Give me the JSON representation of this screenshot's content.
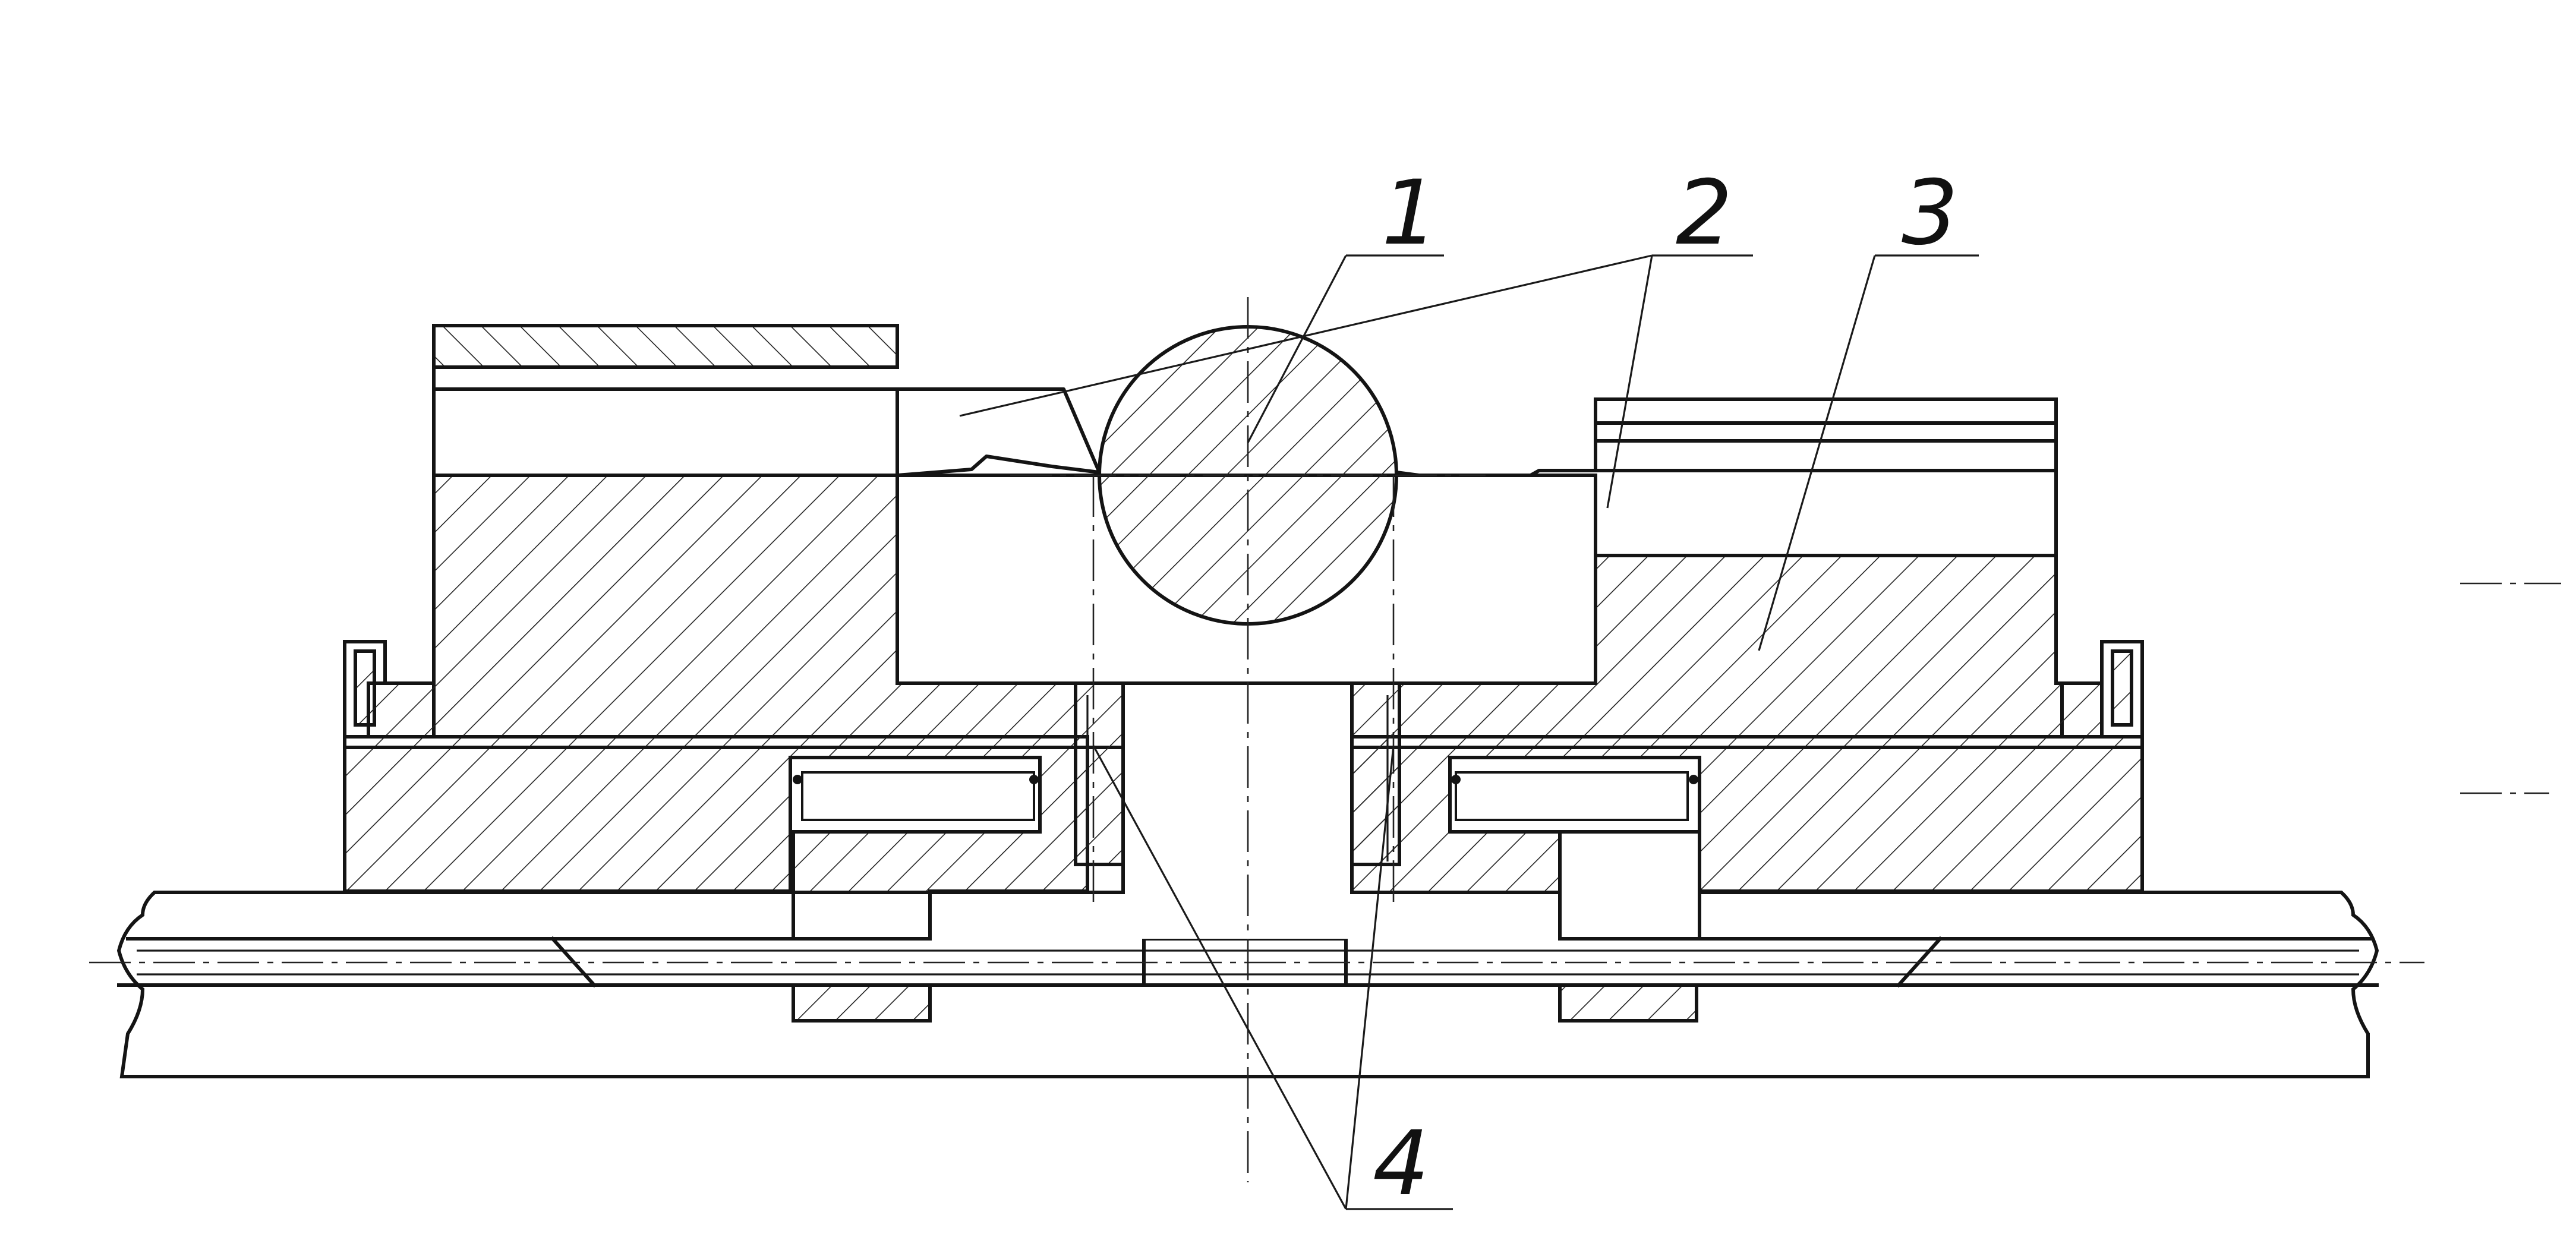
{
  "figure": {
    "parts": [
      {
        "id": "callout-1",
        "label": "1"
      },
      {
        "id": "callout-2",
        "label": "2"
      },
      {
        "id": "callout-3",
        "label": "3"
      },
      {
        "id": "callout-4",
        "label": "4"
      }
    ],
    "colors": {
      "line": "#141414",
      "background": "#ffffff"
    }
  }
}
